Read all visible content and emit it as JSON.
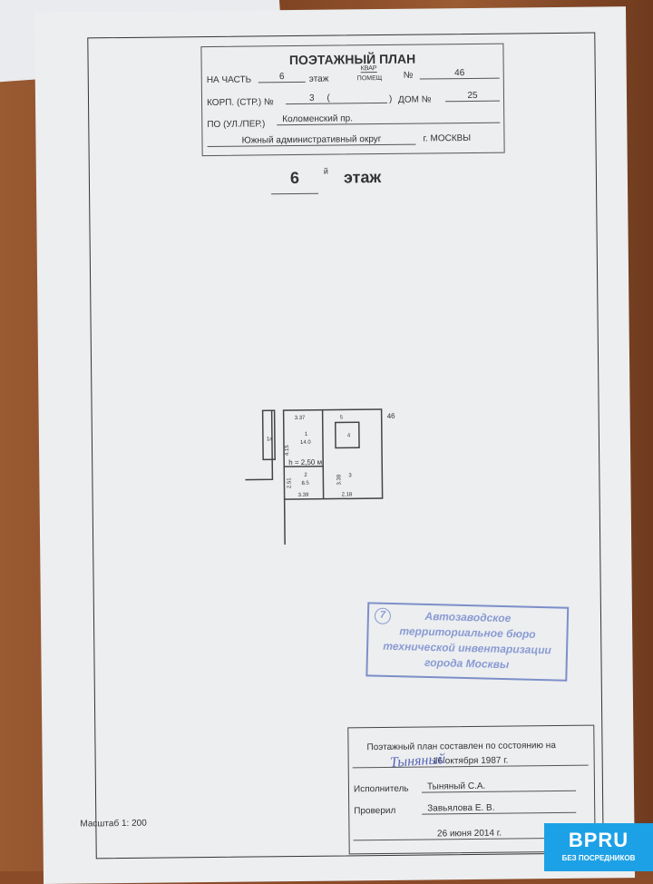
{
  "header": {
    "title": "ПОЭТАЖНЫЙ ПЛАН",
    "na_chast_label": "НА ЧАСТЬ",
    "floor_value": "6",
    "etazh_label": "этаж",
    "kvar_label": "КВАР",
    "pomesh_label": "ПОМЕЩ",
    "no_label": "№",
    "apartment_value": "46",
    "korp_label": "КОРП. (СТР.) №",
    "korp_value": "3",
    "paren_open": "(",
    "paren_close": ")",
    "dom_label": "ДОМ №",
    "dom_value": "25",
    "street_label": "ПО (УЛ./ПЕР.)",
    "street_value": "Коломенский пр.",
    "district_value": "Южный административный округ",
    "city_label": "г. МОСКВЫ"
  },
  "floor_heading": {
    "number": "6",
    "suffix": "й",
    "word": "этаж"
  },
  "plan": {
    "rooms": [
      {
        "id": "1",
        "area": "14.0"
      },
      {
        "id": "2",
        "area": "8.5"
      },
      {
        "id": "3"
      },
      {
        "id": "4"
      },
      {
        "id": "5"
      },
      {
        "id": "1а"
      }
    ],
    "dims": [
      "3.37",
      "4.15",
      "2.51",
      "3.38",
      "3.39",
      "2.18"
    ],
    "height": "h = 2,50 м",
    "apartment": "46"
  },
  "stamp": {
    "number": "7",
    "lines": [
      "Автозаводское",
      "территориальное бюро",
      "технической инвентаризации",
      "города Москвы"
    ]
  },
  "footer": {
    "line1": "Поэтажный план составлен по состоянию на",
    "date1": "16 октября 1987 г.",
    "executor_label": "Исполнитель",
    "executor_name": "Тыняный С.А.",
    "checked_label": "Проверил",
    "checked_name": "Завьялова Е. В.",
    "date2": "26 июня 2014 г.",
    "signature": "Тыняный"
  },
  "scale": "Масштаб 1: 200",
  "logo": {
    "brand": "BPRU",
    "tagline": "БЕЗ ПОСРЕДНИКОВ"
  },
  "colors": {
    "stamp": "#8a9bd3",
    "logo": "#1da1e6"
  }
}
